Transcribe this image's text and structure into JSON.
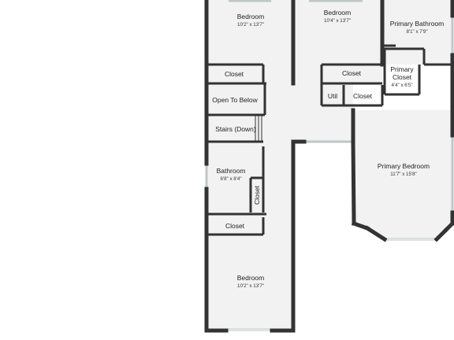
{
  "rooms": {
    "bedroom_top_left": {
      "name": "Bedroom",
      "dims": "10'2\" x 13'7\""
    },
    "bedroom_top_center": {
      "name": "Bedroom",
      "dims": "10'4\" x 13'7\""
    },
    "primary_bathroom": {
      "name": "Primary Bathroom",
      "dims": "8'1\" x 7'9\""
    },
    "primary_closet": {
      "line1": "Primary",
      "line2": "Closet",
      "dims": "4'4\" x 6'5\""
    },
    "closet_left": {
      "name": "Closet"
    },
    "closet_center_top": {
      "name": "Closet"
    },
    "util": {
      "name": "Util"
    },
    "closet_center_lower": {
      "name": "Closet"
    },
    "open_to_below": {
      "name": "Open To Below"
    },
    "stairs": {
      "name": "Stairs (Down)"
    },
    "bathroom": {
      "name": "Bathroom",
      "dims": "6'8\" x 8'4\""
    },
    "closet_vertical": {
      "name": "Closet"
    },
    "primary_bedroom": {
      "name": "Primary Bedroom",
      "dims": "11'7\" x 15'8\""
    },
    "closet_lower_left": {
      "name": "Closet"
    },
    "bedroom_bottom": {
      "name": "Bedroom",
      "dims": "10'2\" x 13'7\""
    }
  }
}
